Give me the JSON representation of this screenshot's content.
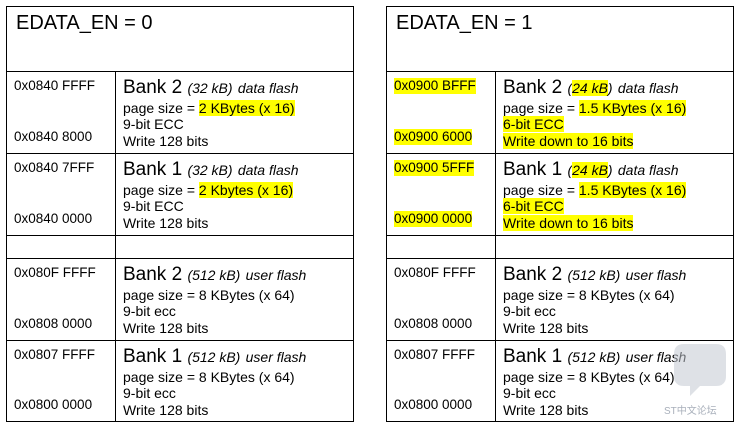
{
  "left": {
    "title": "EDATA_EN = 0",
    "rows": [
      {
        "addr_top": "0x0840 FFFF",
        "addr_bot": "0x0840 8000",
        "bank": "Bank 2",
        "size": "(32 kB)",
        "kind": "data flash",
        "page_prefix": "page size = ",
        "page_value": "2 KBytes (x 16)",
        "ecc": "9-bit ECC",
        "write": "Write 128 bits"
      },
      {
        "addr_top": "0x0840 7FFF",
        "addr_bot": "0x0840 0000",
        "bank": "Bank 1",
        "size": "(32 kB)",
        "kind": "data flash",
        "page_prefix": "page size = ",
        "page_value": "2 Kbytes (x 16)",
        "ecc": "9-bit ECC",
        "write": "Write 128 bits"
      },
      {
        "addr_top": "0x080F FFFF",
        "addr_bot": "0x0808 0000",
        "bank": "Bank 2",
        "size": "(512 kB)",
        "kind": "user flash",
        "page_prefix": "page size = ",
        "page_value": "8 KBytes (x 64)",
        "ecc": "9-bit ecc",
        "write": "Write 128 bits"
      },
      {
        "addr_top": "0x0807 FFFF",
        "addr_bot": "0x0800 0000",
        "bank": "Bank 1",
        "size": "(512 kB)",
        "kind": "user flash",
        "page_prefix": "page size = ",
        "page_value": "8 KBytes (x 64)",
        "ecc": "9-bit ecc",
        "write": "Write 128 bits"
      }
    ]
  },
  "right": {
    "title": "EDATA_EN = 1",
    "rows": [
      {
        "addr_top": "0x0900 BFFF",
        "addr_bot": "0x0900 6000",
        "bank": "Bank 2",
        "size_open": "(",
        "size_value": "24 kB",
        "size_close": ")",
        "kind": "data flash",
        "page_prefix": "page size = ",
        "page_value": "1.5 KBytes (x 16)",
        "ecc": "6-bit ECC",
        "write": "Write down to 16 bits"
      },
      {
        "addr_top": "0x0900 5FFF",
        "addr_bot": "0x0900 0000",
        "bank": "Bank 1",
        "size_open": "(",
        "size_value": "24 kB",
        "size_close": ")",
        "kind": "data flash",
        "page_prefix": "page size = ",
        "page_value": "1.5 KBytes (x 16)",
        "ecc": "6-bit ECC",
        "write": "Write down to 16 bits"
      },
      {
        "addr_top": "0x080F FFFF",
        "addr_bot": "0x0808 0000",
        "bank": "Bank 2",
        "size": "(512 kB)",
        "kind": "user flash",
        "page_prefix": "page size = ",
        "page_value": "8 KBytes (x 64)",
        "ecc": "9-bit ecc",
        "write": "Write 128 bits"
      },
      {
        "addr_top": "0x0807 FFFF",
        "addr_bot": "0x0800 0000",
        "bank": "Bank 1",
        "size": "(512 kB)",
        "kind": "user flash",
        "page_prefix": "page size = ",
        "page_value": "8 KBytes (x 64)",
        "ecc": "9-bit ecc",
        "write": "Write 128 bits"
      }
    ]
  },
  "watermark": {
    "text": "ST中文论坛",
    "icon": "chat-bubble-logo-icon"
  },
  "colors": {
    "highlight": "#ffff00",
    "border": "#000000",
    "watermark": "#a9b0bb"
  }
}
